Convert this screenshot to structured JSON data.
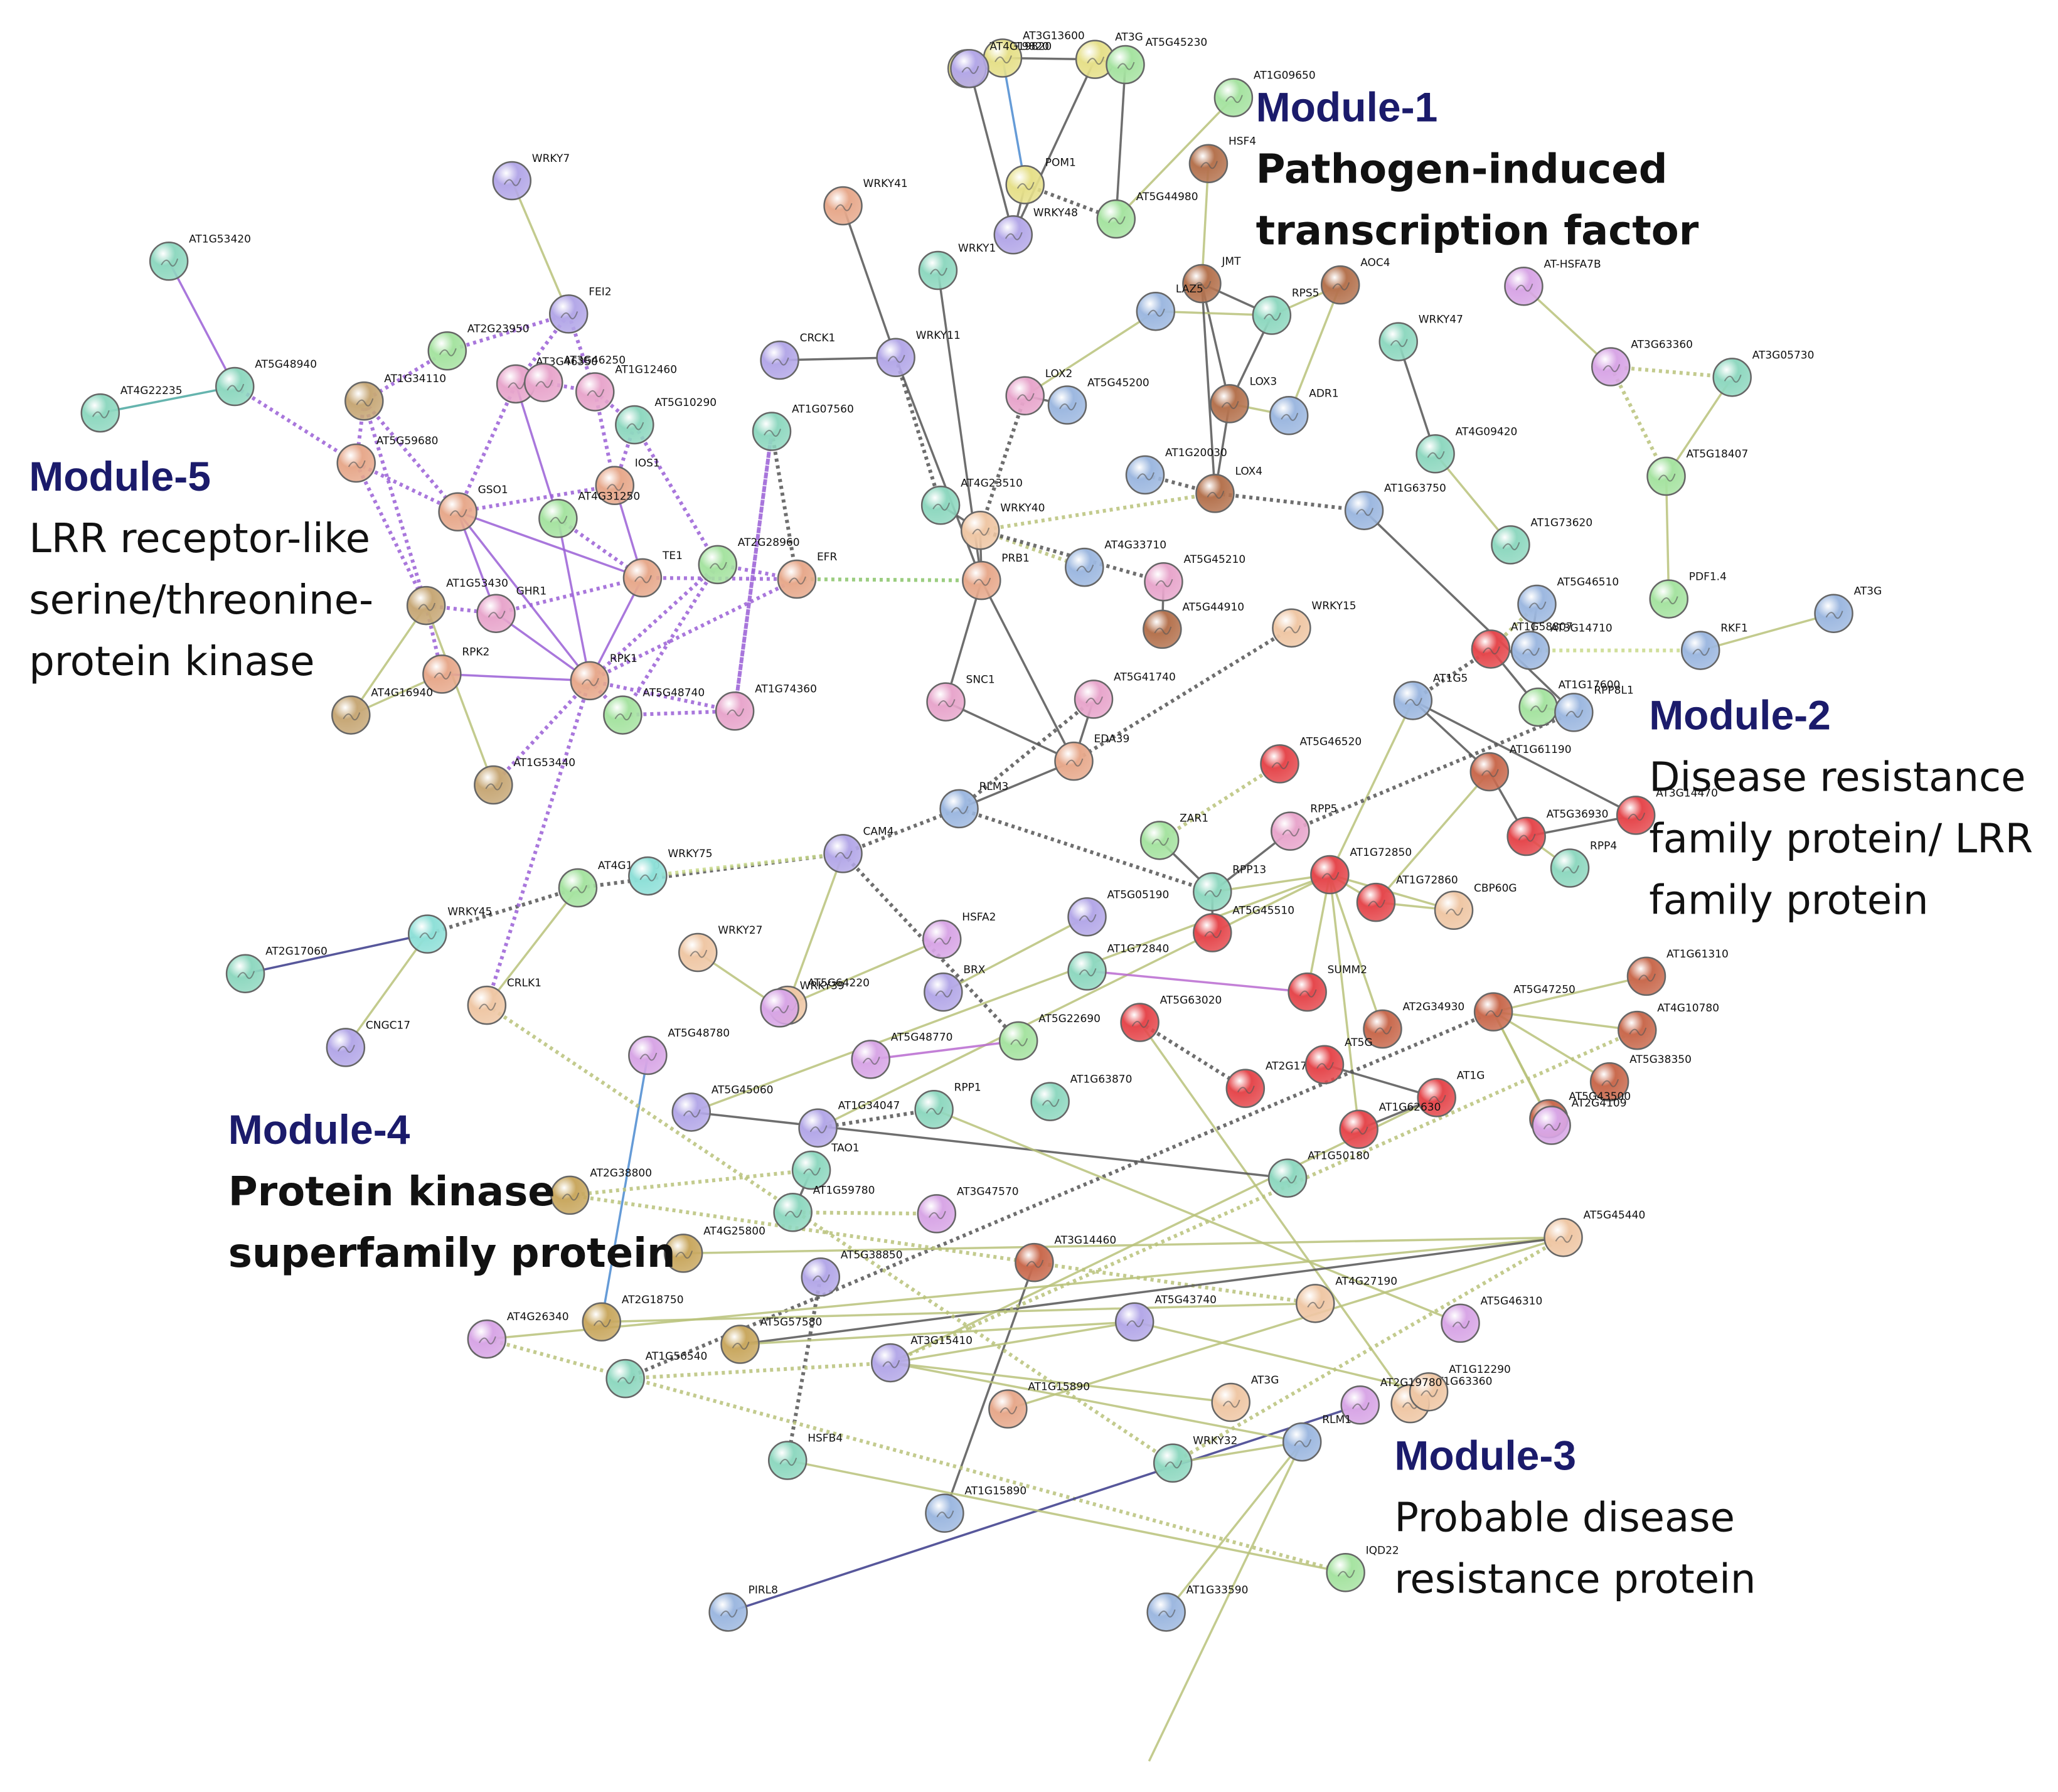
{
  "colors": {
    "background": "#ffffff",
    "module_title": "#1b1b6b",
    "node_palette": {
      "teal": "#8fd8c0",
      "green": "#a6e3a1",
      "lavender": "#b4a8e8",
      "pink": "#e8a6cc",
      "salmon": "#e7a98c",
      "tan": "#c7a877",
      "red": "#e5484d",
      "blue": "#9db8e0",
      "yellow": "#e6e08a",
      "brown": "#b5734f",
      "violet": "#d8a6e6",
      "peach": "#efc7a5",
      "rust": "#c96a4e",
      "aqua": "#8fe0d8",
      "gold": "#c9a860"
    },
    "edge_palette": {
      "gray": "#555555",
      "olive": "#b8c27a",
      "purple": "#9a5fd6",
      "navy": "#3a3a8a",
      "green": "#8ac46a",
      "blue": "#4a8ad0",
      "lightgreen": "#c8d98a",
      "magenta": "#b86ad0"
    }
  },
  "modules": [
    {
      "id": "m1",
      "title": "Module-1",
      "lines": [
        "Pathogen-induced",
        "transcription factor"
      ],
      "bold_desc": true
    },
    {
      "id": "m2",
      "title": "Module-2",
      "lines": [
        "Disease resistance",
        "family protein/ LRR",
        "family protein"
      ],
      "bold_desc": false
    },
    {
      "id": "m3",
      "title": "Module-3",
      "lines": [
        "Probable disease",
        "resistance protein"
      ],
      "bold_desc": false
    },
    {
      "id": "m4",
      "title": "Module-4",
      "lines": [
        "Protein kinase",
        "superfamily protein"
      ],
      "bold_desc": true
    },
    {
      "id": "m5",
      "title": "Module-5",
      "lines": [
        "LRR receptor-like",
        "serine/threonine-",
        "protein kinase"
      ],
      "bold_desc": false
    }
  ],
  "nodes": [
    {
      "id": "AT1G53420",
      "color": "teal"
    },
    {
      "id": "AT4G22235",
      "color": "teal"
    },
    {
      "id": "AT5G48940",
      "color": "teal"
    },
    {
      "id": "WRKY7",
      "color": "lavender"
    },
    {
      "id": "FEI2",
      "color": "lavender"
    },
    {
      "id": "AT2G23950",
      "color": "green"
    },
    {
      "id": "AT1G34110",
      "color": "tan"
    },
    {
      "id": "AT3G46350",
      "color": "pink"
    },
    {
      "id": "AT3G46250",
      "color": "pink"
    },
    {
      "id": "AT1G12460",
      "color": "pink"
    },
    {
      "id": "AT5G59680",
      "color": "salmon"
    },
    {
      "id": "AT5G10290",
      "color": "teal"
    },
    {
      "id": "IOS1",
      "color": "salmon"
    },
    {
      "id": "GSO1",
      "color": "salmon"
    },
    {
      "id": "AT4G31250",
      "color": "green"
    },
    {
      "id": "AT1G53430",
      "color": "tan"
    },
    {
      "id": "GHR1",
      "color": "pink"
    },
    {
      "id": "TE1",
      "color": "salmon"
    },
    {
      "id": "AT2G28960",
      "color": "green"
    },
    {
      "id": "EFR",
      "color": "salmon"
    },
    {
      "id": "RPK2",
      "color": "salmon"
    },
    {
      "id": "RPK1",
      "color": "salmon"
    },
    {
      "id": "AT4G16940",
      "color": "tan"
    },
    {
      "id": "AT5G48740",
      "color": "green"
    },
    {
      "id": "AT1G74360",
      "color": "pink"
    },
    {
      "id": "AT1G53440",
      "color": "tan"
    },
    {
      "id": "CRCK1",
      "color": "lavender"
    },
    {
      "id": "WRKY11",
      "color": "lavender"
    },
    {
      "id": "AT1G07560",
      "color": "teal"
    },
    {
      "id": "WRKY41",
      "color": "salmon"
    },
    {
      "id": "WRKY1",
      "color": "teal"
    },
    {
      "id": "AT4G19820",
      "color": "yellow"
    },
    {
      "id": "AT3G13600",
      "color": "yellow"
    },
    {
      "id": "AT3G",
      "color": "yellow"
    },
    {
      "id": "AT5G45230",
      "color": "green"
    },
    {
      "id": "AT4G19820b",
      "color": "lavender"
    },
    {
      "id": "POM1",
      "color": "yellow"
    },
    {
      "id": "WRKY48",
      "color": "lavender"
    },
    {
      "id": "AT5G44980",
      "color": "green"
    },
    {
      "id": "AT1G09650",
      "color": "green"
    },
    {
      "id": "HSF4",
      "color": "brown"
    },
    {
      "id": "JMT",
      "color": "brown"
    },
    {
      "id": "RPS5",
      "color": "teal"
    },
    {
      "id": "AOC4",
      "color": "brown"
    },
    {
      "id": "LAZ5",
      "color": "blue"
    },
    {
      "id": "LOX2",
      "color": "pink"
    },
    {
      "id": "AT5G45200",
      "color": "blue"
    },
    {
      "id": "LOX3",
      "color": "brown"
    },
    {
      "id": "ADR1",
      "color": "blue"
    },
    {
      "id": "AT1G20030",
      "color": "blue"
    },
    {
      "id": "LOX4",
      "color": "brown"
    },
    {
      "id": "AT4G23510",
      "color": "teal"
    },
    {
      "id": "WRKY40",
      "color": "peach"
    },
    {
      "id": "PRB1",
      "color": "salmon"
    },
    {
      "id": "AT4G33710",
      "color": "blue"
    },
    {
      "id": "AT5G45210",
      "color": "pink"
    },
    {
      "id": "AT5G44910",
      "color": "brown"
    },
    {
      "id": "AT1G63750",
      "color": "blue"
    },
    {
      "id": "WRKY47",
      "color": "teal"
    },
    {
      "id": "AT4G09420",
      "color": "teal"
    },
    {
      "id": "AT1G73620",
      "color": "teal"
    },
    {
      "id": "AT-HSFA7B",
      "color": "violet"
    },
    {
      "id": "AT3G63360",
      "color": "violet"
    },
    {
      "id": "AT3G05730",
      "color": "teal"
    },
    {
      "id": "AT5G18407",
      "color": "green"
    },
    {
      "id": "PDF1.4",
      "color": "green"
    },
    {
      "id": "AT3G",
      "color": "blue"
    },
    {
      "id": "RKF1",
      "color": "blue"
    },
    {
      "id": "AT5G46510",
      "color": "blue"
    },
    {
      "id": "AT3G14710",
      "color": "blue"
    },
    {
      "id": "AT1G58807",
      "color": "red"
    },
    {
      "id": "AT1G5",
      "color": "blue"
    },
    {
      "id": "AT1G17600",
      "color": "green"
    },
    {
      "id": "RPP8L1",
      "color": "blue"
    },
    {
      "id": "WRKY15",
      "color": "peach"
    },
    {
      "id": "SNC1",
      "color": "pink"
    },
    {
      "id": "AT5G41740",
      "color": "pink"
    },
    {
      "id": "EDA39",
      "color": "salmon"
    },
    {
      "id": "RLM3",
      "color": "blue"
    },
    {
      "id": "AT5G46520",
      "color": "red"
    },
    {
      "id": "AT1G61190",
      "color": "rust"
    },
    {
      "id": "AT5G36930",
      "color": "red"
    },
    {
      "id": "AT3G14470",
      "color": "red"
    },
    {
      "id": "RPP4",
      "color": "teal"
    },
    {
      "id": "RPP5",
      "color": "pink"
    },
    {
      "id": "ZAR1",
      "color": "green"
    },
    {
      "id": "RPP13",
      "color": "teal"
    },
    {
      "id": "AT5G45510",
      "color": "red"
    },
    {
      "id": "AT1G72850",
      "color": "red"
    },
    {
      "id": "AT1G72860",
      "color": "red"
    },
    {
      "id": "CBP60G",
      "color": "peach"
    },
    {
      "id": "CAM4",
      "color": "lavender"
    },
    {
      "id": "AT4G19050",
      "color": "green"
    },
    {
      "id": "WRKY75",
      "color": "aqua"
    },
    {
      "id": "WRKY45",
      "color": "aqua"
    },
    {
      "id": "AT2G17060",
      "color": "teal"
    },
    {
      "id": "CNGC17",
      "color": "lavender"
    },
    {
      "id": "CRLK1",
      "color": "peach"
    },
    {
      "id": "WRKY27",
      "color": "peach"
    },
    {
      "id": "AT5G64220",
      "color": "peach"
    },
    {
      "id": "WRKY39",
      "color": "violet"
    },
    {
      "id": "HSFA2",
      "color": "violet"
    },
    {
      "id": "AT5G05190",
      "color": "lavender"
    },
    {
      "id": "BRX",
      "color": "lavender"
    },
    {
      "id": "AT1G72840",
      "color": "teal"
    },
    {
      "id": "SUMM2",
      "color": "red"
    },
    {
      "id": "AT2G34930",
      "color": "rust"
    },
    {
      "id": "AT5G47250",
      "color": "rust"
    },
    {
      "id": "AT1G61310",
      "color": "rust"
    },
    {
      "id": "AT4G10780",
      "color": "rust"
    },
    {
      "id": "AT5G38350",
      "color": "rust"
    },
    {
      "id": "AT5G43500",
      "color": "rust"
    },
    {
      "id": "AT2G4109",
      "color": "violet"
    },
    {
      "id": "AT5G48780",
      "color": "violet"
    },
    {
      "id": "AT5G48770",
      "color": "violet"
    },
    {
      "id": "AT5G22690",
      "color": "green"
    },
    {
      "id": "AT5G63020",
      "color": "red"
    },
    {
      "id": "AT2G17",
      "color": "red"
    },
    {
      "id": "AT5G",
      "color": "red"
    },
    {
      "id": "AT1G",
      "color": "red"
    },
    {
      "id": "AT1G62630",
      "color": "red"
    },
    {
      "id": "AT1G50180",
      "color": "teal"
    },
    {
      "id": "AT5G45060",
      "color": "lavender"
    },
    {
      "id": "AT1G34047",
      "color": "lavender"
    },
    {
      "id": "RPP1",
      "color": "teal"
    },
    {
      "id": "AT1G63870",
      "color": "teal"
    },
    {
      "id": "TAO1",
      "color": "teal"
    },
    {
      "id": "AT1G59780",
      "color": "teal"
    },
    {
      "id": "AT3G47570",
      "color": "violet"
    },
    {
      "id": "AT2G38800",
      "color": "gold"
    },
    {
      "id": "AT4G25800",
      "color": "gold"
    },
    {
      "id": "AT5G38850",
      "color": "lavender"
    },
    {
      "id": "AT3G14460",
      "color": "rust"
    },
    {
      "id": "AT5G45440",
      "color": "peach"
    },
    {
      "id": "AT4G27190",
      "color": "peach"
    },
    {
      "id": "AT5G46310",
      "color": "violet"
    },
    {
      "id": "AT4G26340",
      "color": "violet"
    },
    {
      "id": "AT2G18750",
      "color": "gold"
    },
    {
      "id": "AT5G57580",
      "color": "gold"
    },
    {
      "id": "AT1G56540",
      "color": "teal"
    },
    {
      "id": "AT3G15410",
      "color": "lavender"
    },
    {
      "id": "AT5G43740",
      "color": "lavender"
    },
    {
      "id": "AT1G15890",
      "color": "salmon"
    },
    {
      "id": "AT3G",
      "color": "peach"
    },
    {
      "id": "AT1G63360",
      "color": "peach"
    },
    {
      "id": "AT1G12290",
      "color": "peach"
    },
    {
      "id": "AT2G19780",
      "color": "violet"
    },
    {
      "id": "WRKY32",
      "color": "teal"
    },
    {
      "id": "HSFB4",
      "color": "teal"
    },
    {
      "id": "AT1G15890b",
      "color": "blue"
    },
    {
      "id": "RLM1",
      "color": "blue"
    },
    {
      "id": "IQD22",
      "color": "green"
    },
    {
      "id": "PIRL8",
      "color": "blue"
    },
    {
      "id": "AT1G33590",
      "color": "blue"
    }
  ]
}
